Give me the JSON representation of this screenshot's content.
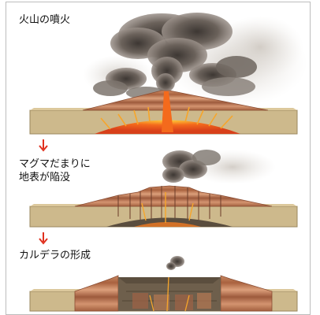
{
  "steps": [
    {
      "label": "火山の噴火"
    },
    {
      "label_line1": "マグマだまりに",
      "label_line2": "地表が陥没"
    },
    {
      "label": "カルデラの形成"
    }
  ],
  "colors": {
    "ground": "#cbb68a",
    "ground_dark": "#a8915e",
    "strata_light": "#d9a07a",
    "strata_dark": "#9c5a3e",
    "magma": "#f05a1c",
    "magma_bright": "#ffb23a",
    "smoke_dark": "#4a4440",
    "smoke_light": "#bfb8b0",
    "arrow": "#e0301e",
    "caldera_fill": "#6e5f4c"
  }
}
